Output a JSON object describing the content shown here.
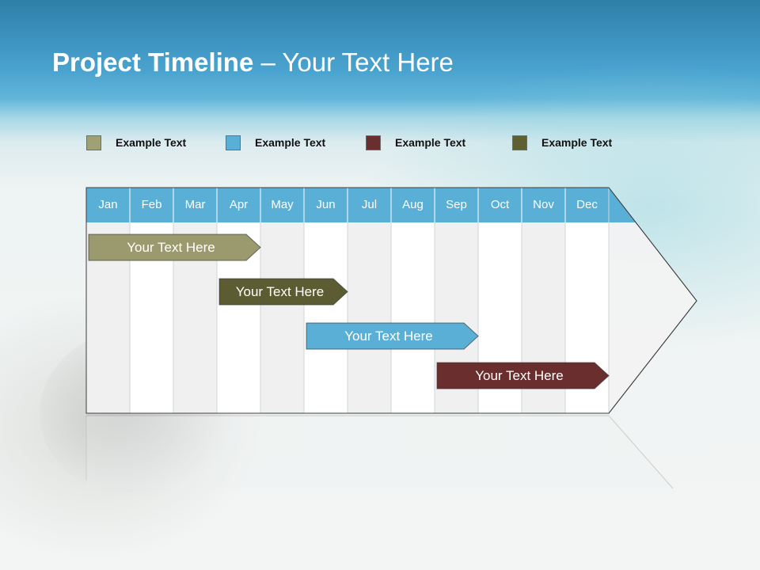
{
  "slide": {
    "title_bold": "Project Timeline",
    "title_rest": " – Your Text Here"
  },
  "legend": [
    {
      "label": "Example Text",
      "color": "#a0a075"
    },
    {
      "label": "Example Text",
      "color": "#5aafd6"
    },
    {
      "label": "Example Text",
      "color": "#6b2e2e"
    },
    {
      "label": "Example Text",
      "color": "#5f5f34"
    }
  ],
  "timeline": {
    "months": [
      "Jan",
      "Feb",
      "Mar",
      "Apr",
      "May",
      "Jun",
      "Jul",
      "Aug",
      "Sep",
      "Oct",
      "Nov",
      "Dec"
    ],
    "header_color": "#5aafd6",
    "tasks": [
      {
        "label": "Your  Text Here",
        "start_month": 1.0,
        "end_month": 4.0,
        "color": "#9a9a6e",
        "text_color": "#ffffff"
      },
      {
        "label": "Your  Text Here",
        "start_month": 4.0,
        "end_month": 6.0,
        "color": "#5c5c33",
        "text_color": "#ffffff"
      },
      {
        "label": "Your  Text Here",
        "start_month": 6.0,
        "end_month": 9.0,
        "color": "#5aafd6",
        "text_color": "#ffffff"
      },
      {
        "label": "Your  Text Here",
        "start_month": 9.0,
        "end_month": 12.0,
        "color": "#6b2e2e",
        "text_color": "#ffffff"
      }
    ]
  }
}
